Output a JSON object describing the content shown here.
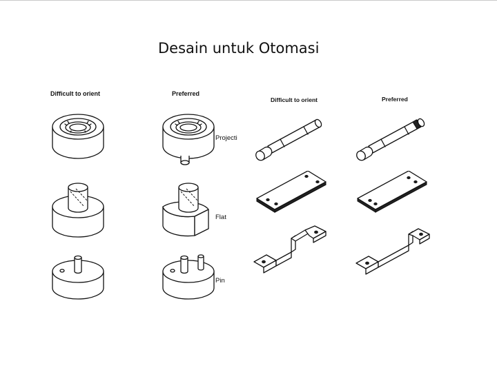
{
  "slide": {
    "title": "Desain untuk Otomasi"
  },
  "left_panel": {
    "col_difficult": "Difficult to orient",
    "col_preferred": "Preferred",
    "row_labels": [
      "Projecti",
      "Flat",
      "Pin"
    ]
  },
  "right_panel": {
    "col_difficult": "Difficult to orient",
    "col_preferred": "Preferred"
  }
}
